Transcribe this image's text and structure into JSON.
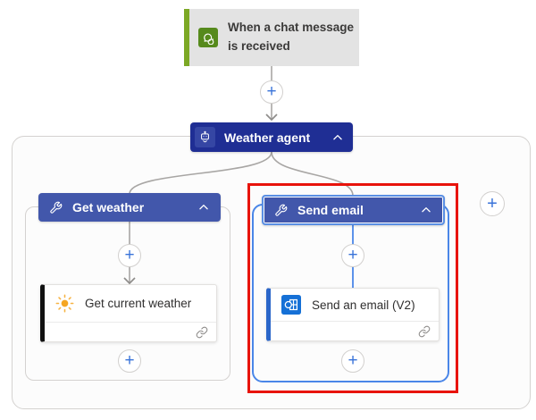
{
  "app": {
    "name": "flow-designer-canvas"
  },
  "trigger": {
    "label": "When a chat message is received",
    "icon": "chat-icon"
  },
  "agent": {
    "label": "Weather agent",
    "icon": "robot-icon",
    "collapse_icon": "chevron-up-icon"
  },
  "branches": {
    "get_weather": {
      "label": "Get weather",
      "icon": "wrench-icon",
      "collapse_icon": "chevron-up-icon",
      "selected": false
    },
    "send_email": {
      "label": "Send email",
      "icon": "wrench-icon",
      "collapse_icon": "chevron-up-icon",
      "selected": true
    }
  },
  "actions": {
    "get_current_weather": {
      "label": "Get current weather",
      "icon": "sun-icon",
      "connection_icon": "link-icon"
    },
    "send_email_v2": {
      "label": "Send an email (V2)",
      "icon": "outlook-icon",
      "connection_icon": "link-icon"
    }
  },
  "ui": {
    "plus_label": "+"
  },
  "icons": {
    "trigger": "chat-icon",
    "agent": "robot-icon",
    "branch_tool": "wrench-icon",
    "collapse": "chevron-up-icon",
    "weather": "sun-icon",
    "email": "outlook-icon",
    "connection": "link-icon",
    "add": "plus-icon",
    "connector_arrow": "arrow-down-icon"
  },
  "colors": {
    "agent_header": "#1f2e94",
    "agent_icon_box": "#3546a4",
    "branch_header": "#4257ab",
    "selection_red": "#e8130b",
    "branch_blue_connector": "#4a86e8",
    "gray_connector": "#a8a6a4",
    "trigger_background": "#e3e3e3",
    "trigger_green_bar": "#7ca825",
    "trigger_icon_green": "#568a1c",
    "outlook_blue": "#1570d6",
    "sun_orange": "#f5a623",
    "plus_blue": "#3973d9",
    "weather_card_bar": "#111111",
    "email_card_bar": "#2b66c9"
  }
}
